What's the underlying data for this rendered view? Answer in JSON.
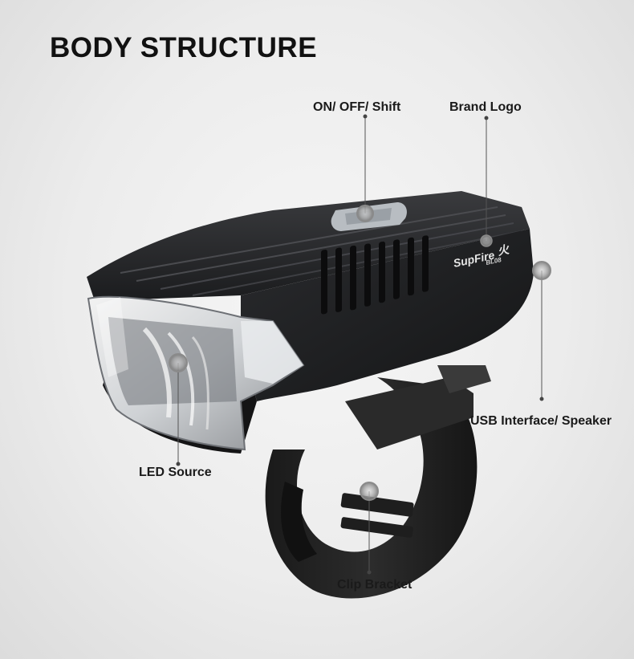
{
  "title": "BODY STRUCTURE",
  "product": {
    "brand_main": "SupFire",
    "brand_mark": "火",
    "model": "BL08"
  },
  "callouts": {
    "on_off_shift": "ON/ OFF/ Shift",
    "brand_logo": "Brand Logo",
    "usb_speaker": "USB Interface/ Speaker",
    "led_source": "LED Source",
    "clip_bracket": "Clip Bracket"
  },
  "colors": {
    "body": "#1c1d1f",
    "leader_line": "#555555",
    "marker": "#9a9a9a"
  }
}
